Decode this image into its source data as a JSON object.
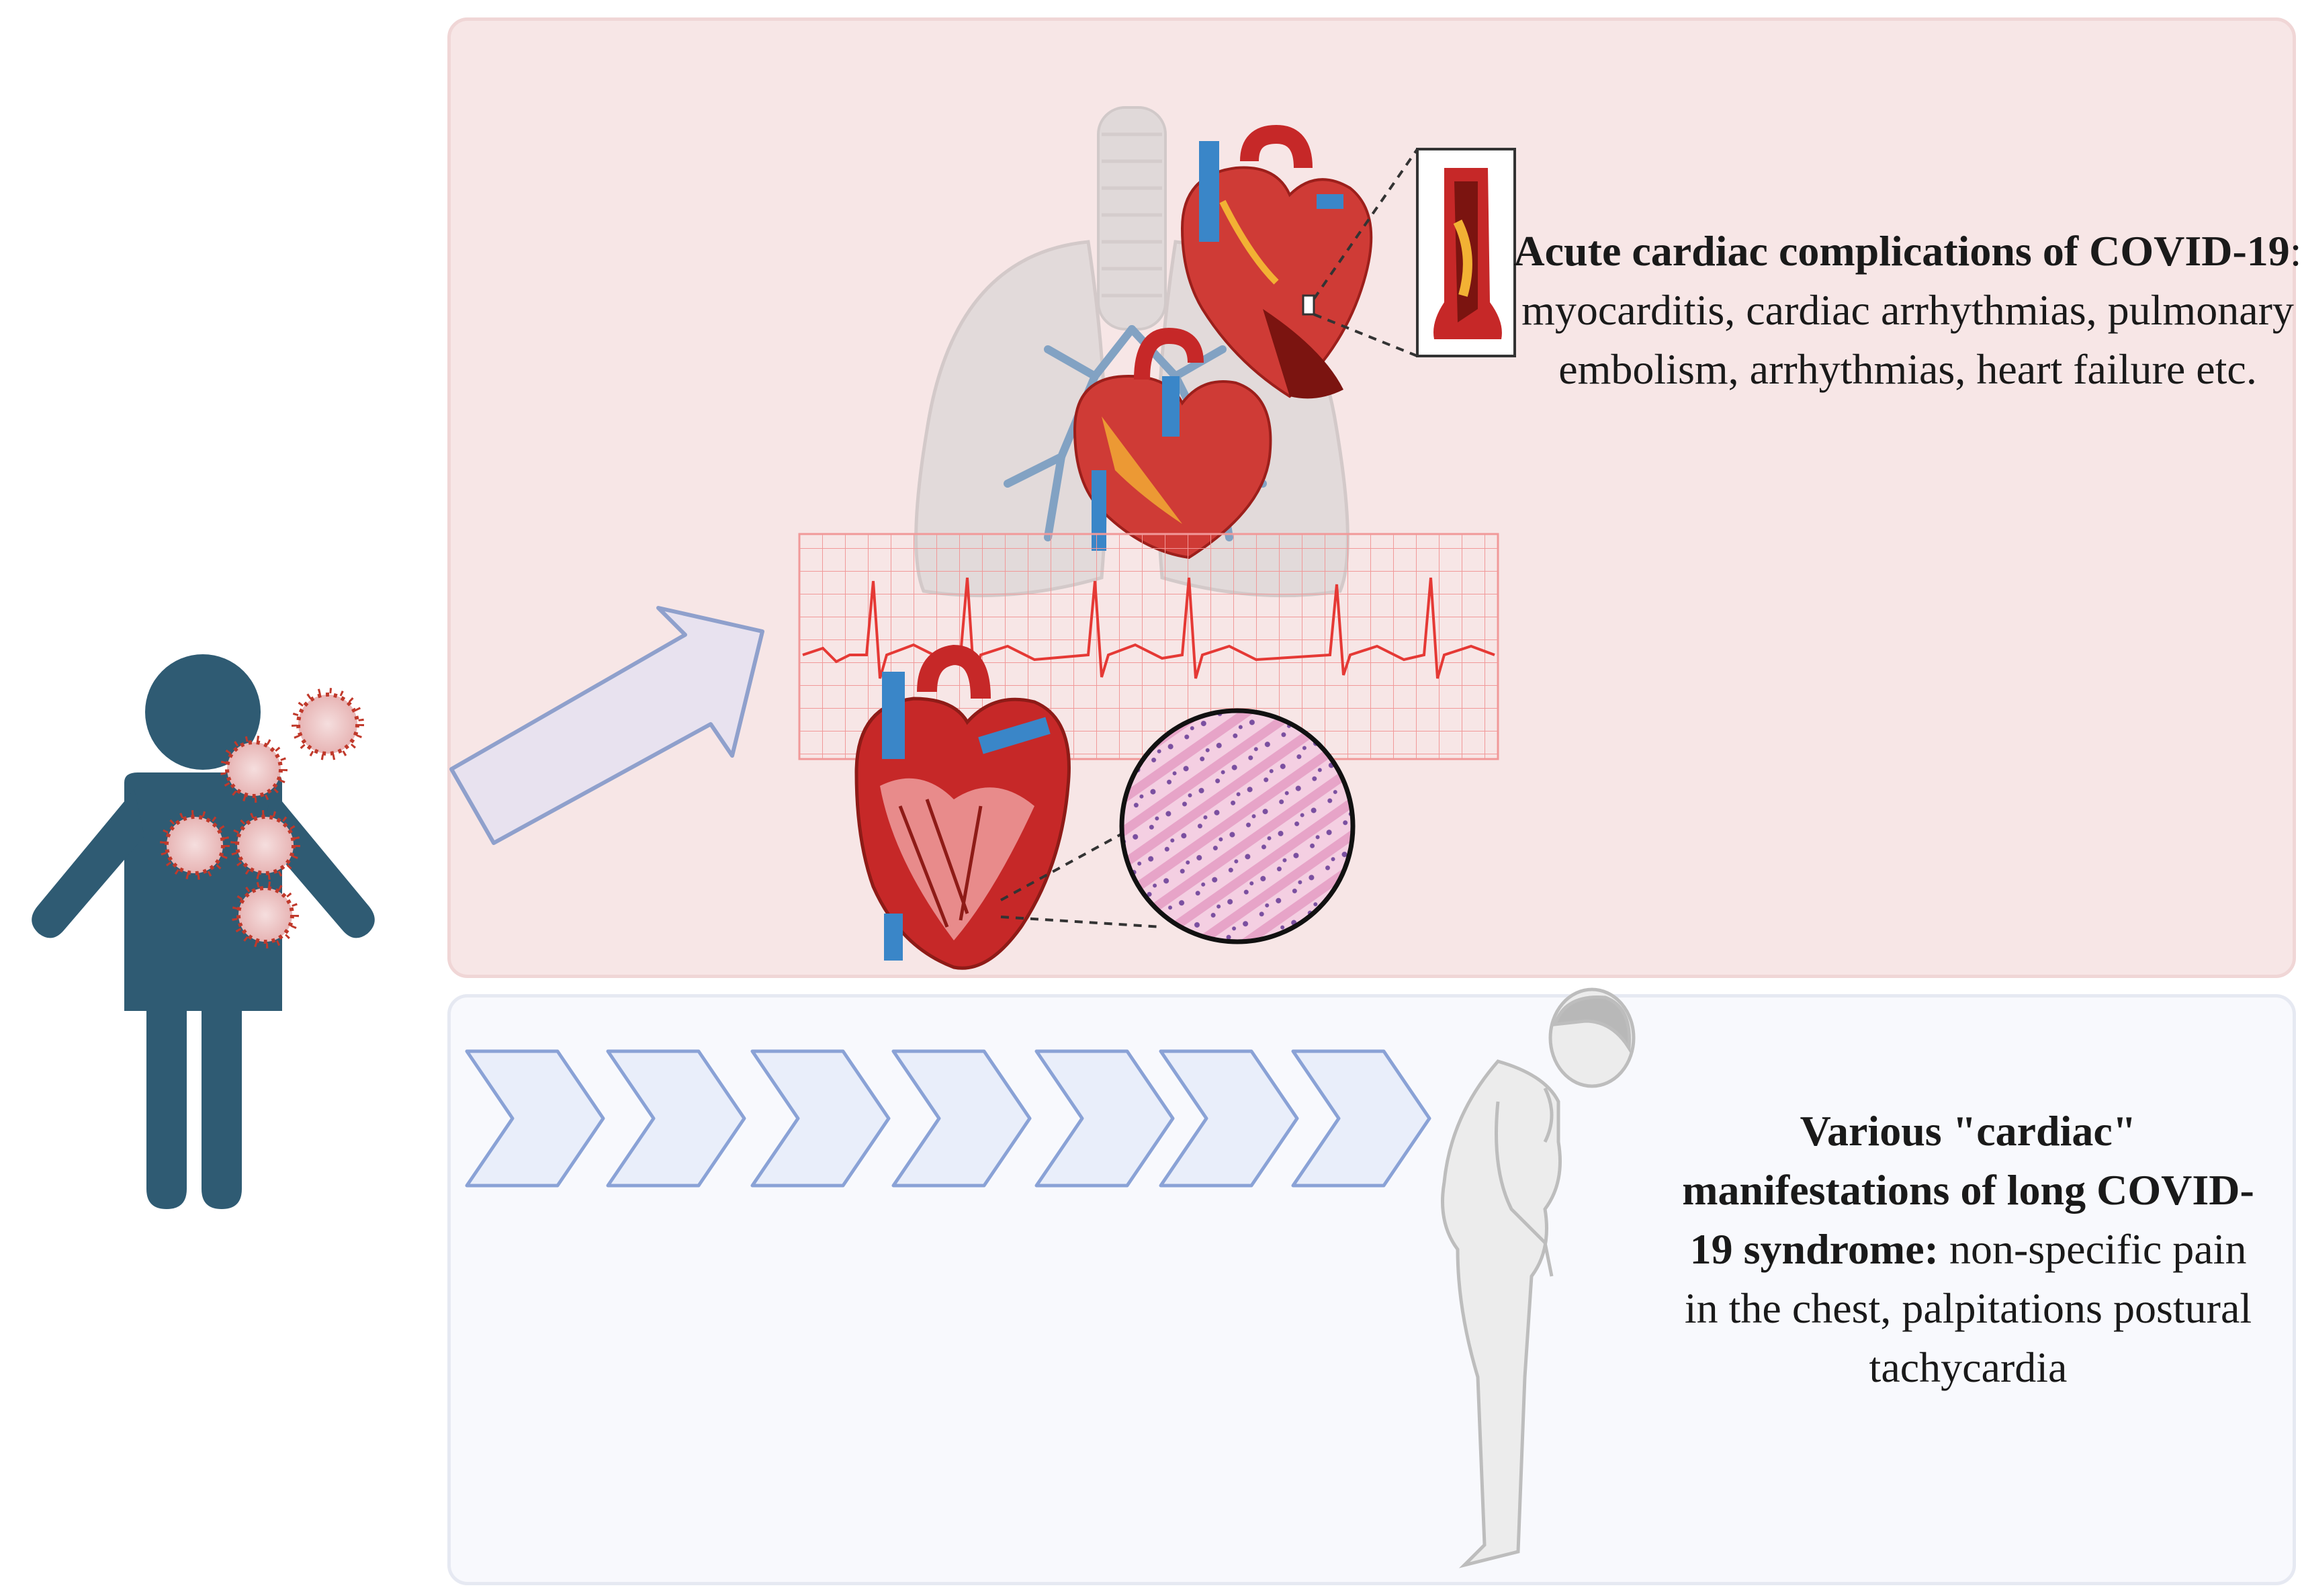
{
  "acute": {
    "bold_text": "Acute cardiac complications of COVID-19",
    "rest_text": ": myocarditis, cardiac arrhythmias, pulmonary embolism, arrhythmias, heart failure etc."
  },
  "long": {
    "bold_text": "Various \"cardiac\" manifestations of long COVID-19 syndrome:",
    "rest_text": " non-specific pain in the chest, palpitations postural tachycardia"
  },
  "colors": {
    "acute_panel": "#f7e6e6",
    "long_panel": "#f8f9fd",
    "person": "#2f5b73",
    "virus": "#c0392b",
    "ecg": "#e53935",
    "artery": "#3a86c8",
    "heart": "#c62828"
  },
  "icons": [
    "person-icon",
    "virus-icon",
    "arrow-icon",
    "chevron-icon",
    "lungs-icon",
    "heart-icon",
    "ecg-grid-icon",
    "histology-icon",
    "artery-inset-icon",
    "elderly-patient-icon"
  ]
}
